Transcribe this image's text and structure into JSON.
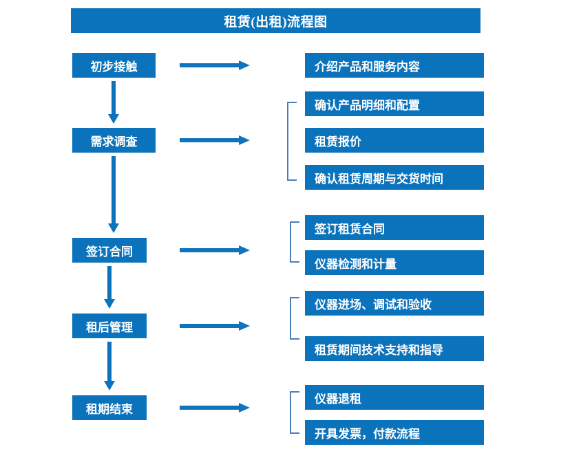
{
  "diagram": {
    "title": "租赁(出租)流程图",
    "accent_color": "#0b72bc",
    "bracket_color": "#4a7ebb",
    "text_color": "#ffffff",
    "background_color": "#ffffff",
    "stages": [
      {
        "id": "stage-1",
        "label": "初步接触",
        "arrow_label": "arrow-right",
        "details": [
          "介绍产品和服务内容"
        ],
        "has_bracket": false
      },
      {
        "id": "stage-2",
        "label": "需求调查",
        "arrow_label": "arrow-right",
        "details": [
          "确认产品明细和配置",
          "租赁报价",
          "确认租赁周期与交货时间"
        ],
        "has_bracket": true
      },
      {
        "id": "stage-3",
        "label": "签订合同",
        "arrow_label": "arrow-right",
        "details": [
          "签订租赁合同",
          "仪器检测和计量"
        ],
        "has_bracket": true
      },
      {
        "id": "stage-4",
        "label": "租后管理",
        "arrow_label": "arrow-right",
        "details": [
          "仪器进场、调试和验收",
          "租赁期间技术支持和指导"
        ],
        "has_bracket": true
      },
      {
        "id": "stage-5",
        "label": "租期结束",
        "arrow_label": "arrow-right",
        "details": [
          "仪器退租",
          "开具发票，付款流程"
        ],
        "has_bracket": true
      }
    ],
    "connectors": {
      "down_arrow_icon": "arrow-down-icon",
      "right_arrow_icon": "arrow-right-icon",
      "bracket_icon": "brace-left-icon"
    }
  }
}
